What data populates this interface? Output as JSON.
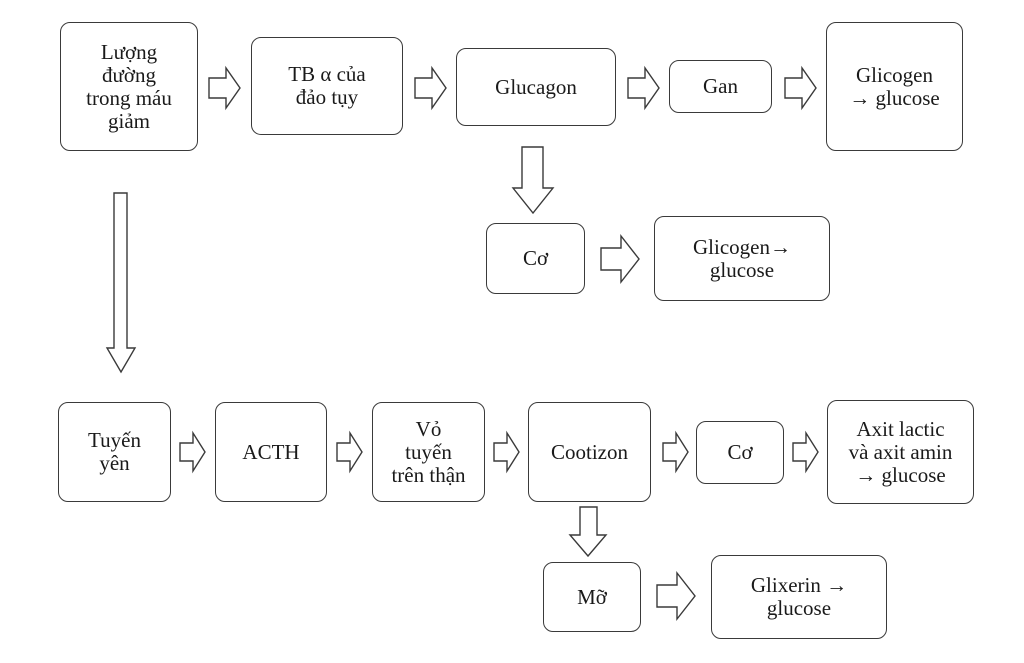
{
  "diagram": {
    "title": "Glucose regulation when blood sugar decreases",
    "nodes": {
      "blood_sugar_low": "Lượng\nđường\ntrong máu\ngiảm",
      "alpha_cells": "TB α của\nđảo tụy",
      "glucagon": "Glucagon",
      "liver": "Gan",
      "liver_result": "Glicogen\n→ glucose",
      "muscle_top": "Cơ",
      "muscle_top_result": "Glicogen→\nglucose",
      "pituitary": "Tuyến\nyên",
      "acth": "ACTH",
      "adrenal_cortex": "Vỏ\ntuyến\ntrên thận",
      "cortisol": "Cootizon",
      "muscle_bottom": "Cơ",
      "muscle_bottom_result": "Axit lactic\nvà axit amin\n→ glucose",
      "fat": "Mỡ",
      "fat_result": "Glixerin →\nglucose"
    },
    "edges": [
      [
        "blood_sugar_low",
        "alpha_cells"
      ],
      [
        "alpha_cells",
        "glucagon"
      ],
      [
        "glucagon",
        "liver"
      ],
      [
        "liver",
        "liver_result"
      ],
      [
        "glucagon",
        "muscle_top"
      ],
      [
        "muscle_top",
        "muscle_top_result"
      ],
      [
        "blood_sugar_low",
        "pituitary"
      ],
      [
        "pituitary",
        "acth"
      ],
      [
        "acth",
        "adrenal_cortex"
      ],
      [
        "adrenal_cortex",
        "cortisol"
      ],
      [
        "cortisol",
        "muscle_bottom"
      ],
      [
        "muscle_bottom",
        "muscle_bottom_result"
      ],
      [
        "cortisol",
        "fat"
      ],
      [
        "fat",
        "fat_result"
      ]
    ]
  }
}
